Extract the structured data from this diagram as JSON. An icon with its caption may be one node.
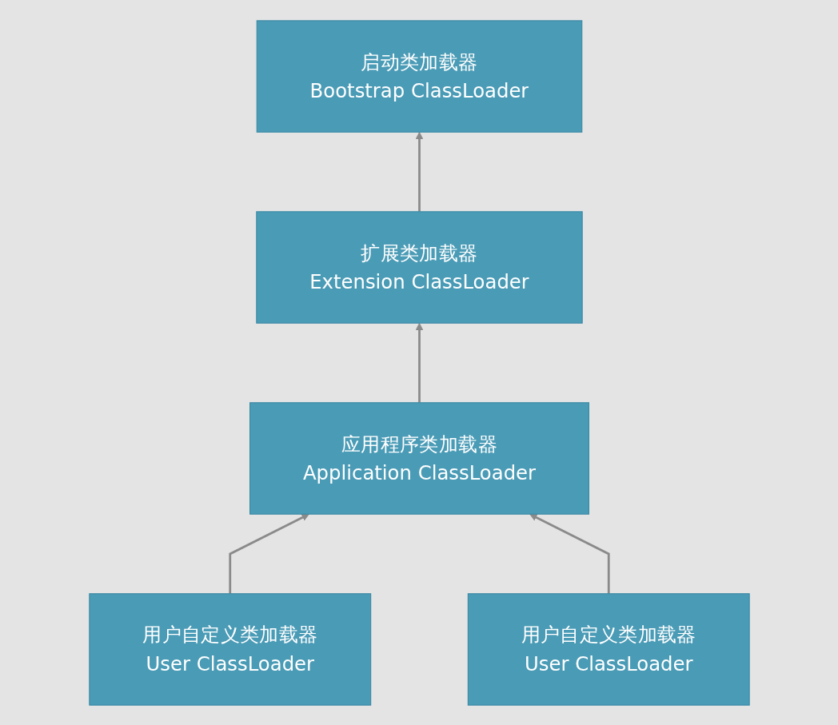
{
  "diagram": {
    "nodes": [
      {
        "text": [
          "启动类加载器",
          "Bootstrap ClassLoader"
        ]
      },
      {
        "text": [
          "扩展类加载器",
          "Extension ClassLoader"
        ]
      },
      {
        "text": [
          "应用程序类加载器",
          "Application ClassLoader"
        ]
      },
      {
        "text": [
          "用户自定义类加载器",
          "User ClassLoader"
        ]
      },
      {
        "text": [
          "用户自定义类加载器",
          "User ClassLoader"
        ]
      }
    ],
    "edges": [
      {
        "from": 1,
        "to": 0,
        "arrow": "to"
      },
      {
        "from": 2,
        "to": 1,
        "arrow": "to"
      },
      {
        "from": 3,
        "to": 2,
        "arrow": "to"
      },
      {
        "from": 4,
        "to": 2,
        "arrow": "to"
      }
    ]
  }
}
